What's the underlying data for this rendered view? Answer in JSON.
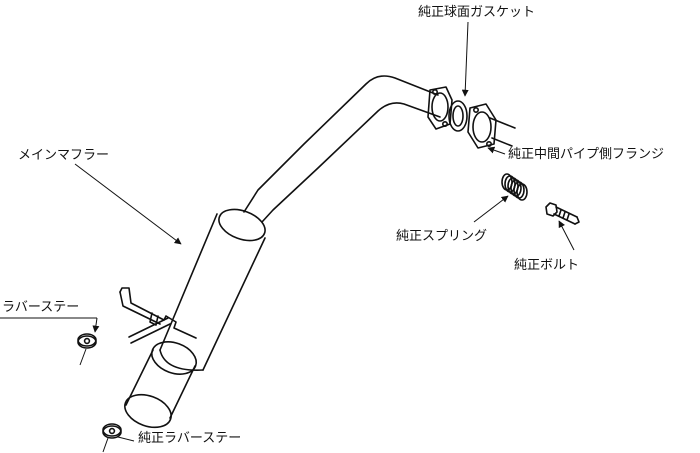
{
  "labels": {
    "gasket": "純正球面ガスケット",
    "flange": "純正中間パイプ側フランジ",
    "spring": "純正スプリング",
    "bolt": "純正ボルト",
    "muffler": "メインマフラー",
    "rubber_stay": "ラバーステー",
    "oem_rubber_stay": "純正ラバーステー"
  },
  "colors": {
    "ink": "#111111",
    "background": "#ffffff"
  }
}
